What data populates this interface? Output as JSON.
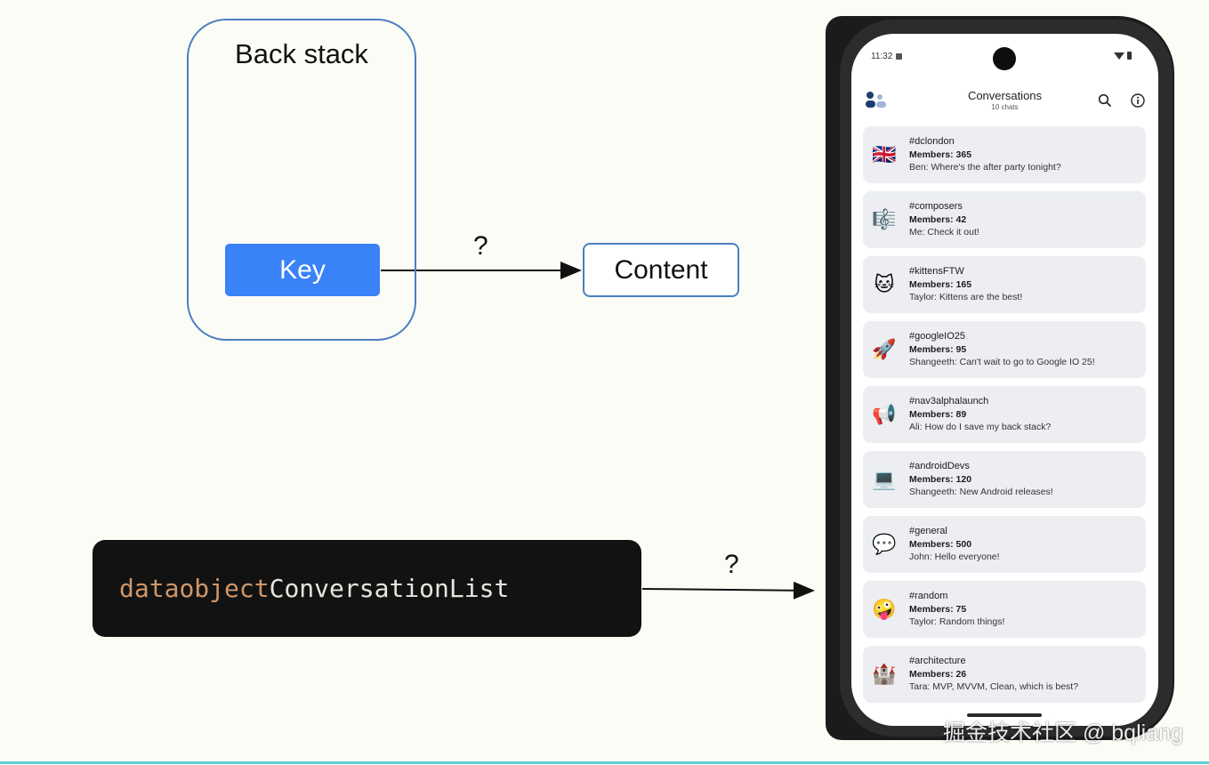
{
  "diagram": {
    "backstack_title": "Back stack",
    "key_label": "Key",
    "content_label": "Content",
    "question_top": "?",
    "question_bottom": "?",
    "code": {
      "keyword1": "data",
      "keyword2": "object",
      "identifier": "ConversationList"
    },
    "colors": {
      "box_border": "#4a7fc1",
      "key_fill": "#3a82f7",
      "code_bg": "#121212",
      "code_keyword": "#cf9668",
      "code_identifier": "#e7e4dc"
    }
  },
  "phone": {
    "status_time": "11:32",
    "app_title": "Conversations",
    "app_subtitle": "10 chats",
    "icons": {
      "logo": "app-logo-icon",
      "search": "search-icon",
      "info": "info-icon"
    },
    "conversations": [
      {
        "emoji": "🇬🇧",
        "name": "#dclondon",
        "members": "Members: 365",
        "message": "Ben: Where's the after party tonight?"
      },
      {
        "emoji": "🎼",
        "name": "#composers",
        "members": "Members: 42",
        "message": "Me: Check it out!"
      },
      {
        "emoji": "🐱",
        "name": "#kittensFTW",
        "members": "Members: 165",
        "message": "Taylor: Kittens are the best!"
      },
      {
        "emoji": "🚀",
        "name": "#googleIO25",
        "members": "Members: 95",
        "message": "Shangeeth: Can't wait to go to Google IO 25!"
      },
      {
        "emoji": "📢",
        "name": "#nav3alphalaunch",
        "members": "Members: 89",
        "message": "Ali: How do I save my back stack?"
      },
      {
        "emoji": "💻",
        "name": "#androidDevs",
        "members": "Members: 120",
        "message": "Shangeeth: New Android releases!"
      },
      {
        "emoji": "💬",
        "name": "#general",
        "members": "Members: 500",
        "message": "John: Hello everyone!"
      },
      {
        "emoji": "🤪",
        "name": "#random",
        "members": "Members: 75",
        "message": "Taylor: Random things!"
      },
      {
        "emoji": "🏰",
        "name": "#architecture",
        "members": "Members: 26",
        "message": "Tara: MVP, MVVM, Clean, which is best?"
      }
    ]
  },
  "watermark": "掘金技术社区 @ bqliang"
}
